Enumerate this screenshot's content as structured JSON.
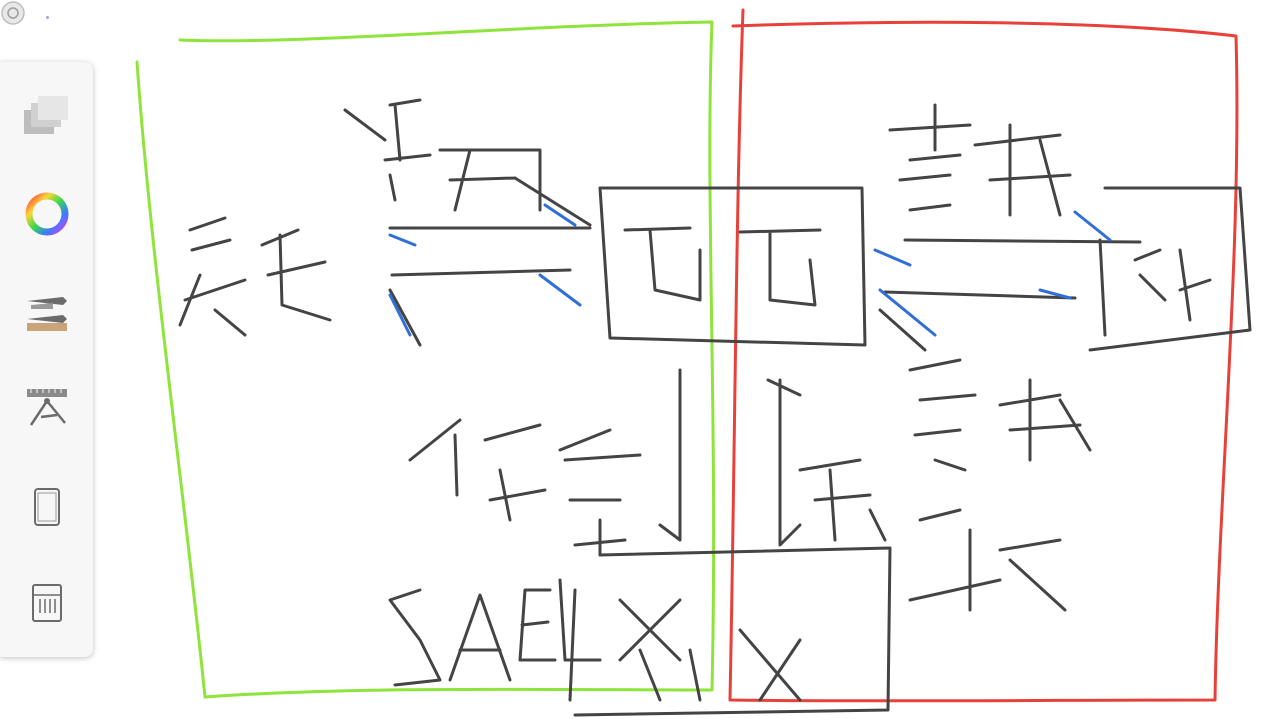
{
  "toolbar": {
    "tools": [
      {
        "name": "layers",
        "icon": "layers-icon"
      },
      {
        "name": "color",
        "icon": "color-wheel-icon"
      },
      {
        "name": "brushes",
        "icon": "brush-icon"
      },
      {
        "name": "rulers",
        "icon": "ruler-compass-icon"
      },
      {
        "name": "device",
        "icon": "device-frame-icon"
      },
      {
        "name": "grid",
        "icon": "grid-icon"
      }
    ]
  },
  "canvas": {
    "sketch_region_colors": {
      "left_box": "#8ee43a",
      "right_box": "#e8413a",
      "strokes": "#444444",
      "annotations": "#2f6fd6"
    }
  }
}
